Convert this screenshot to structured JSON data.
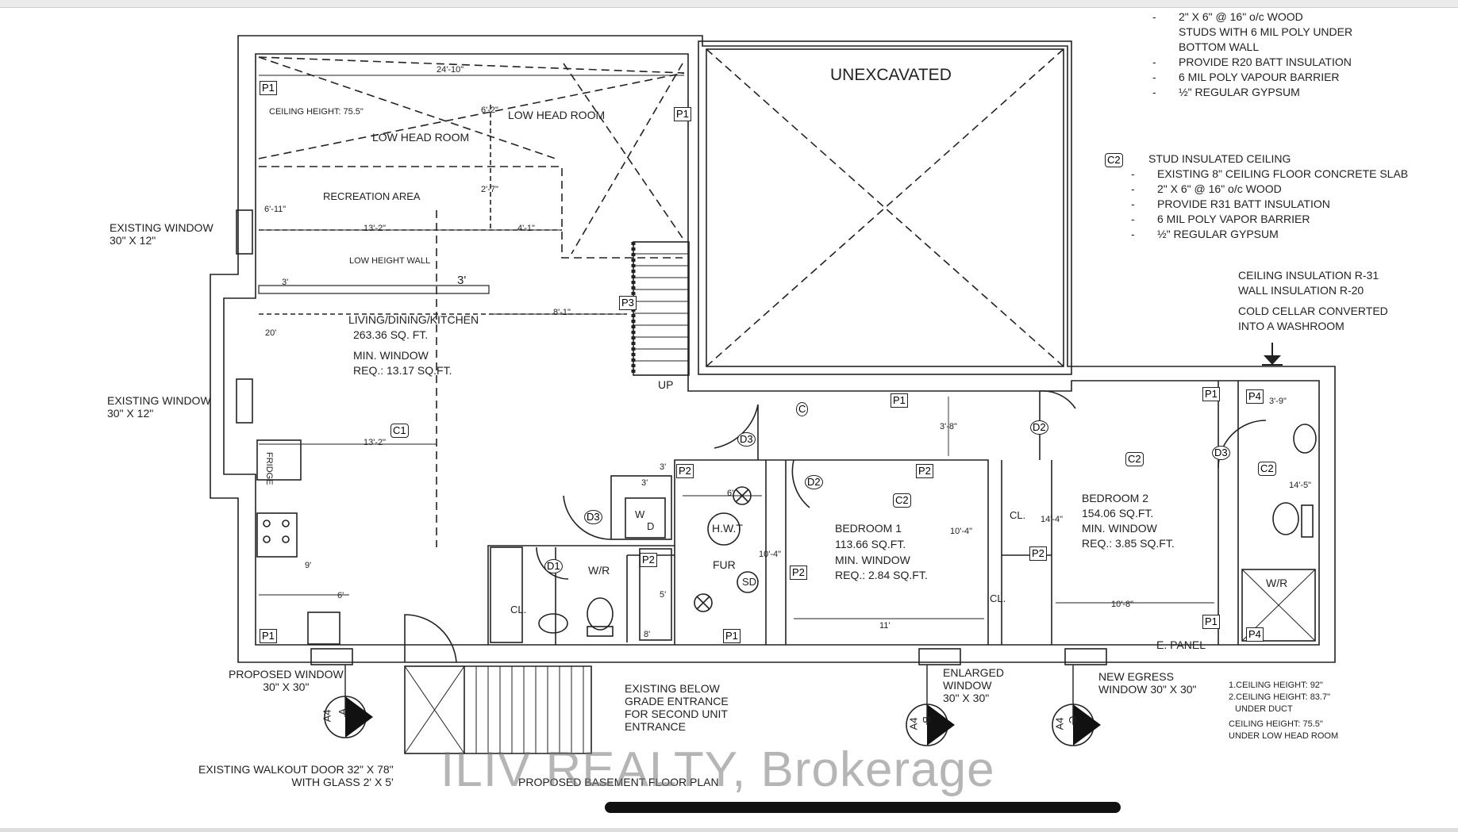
{
  "title": "PROPOSED BASEMENT FLOOR PLAN",
  "watermark": "ILIV REALTY, Brokerage",
  "notes_wall": [
    "2\" X 6\" @ 16\" o/c WOOD",
    "STUDS WITH 6 MIL POLY UNDER",
    "BOTTOM WALL",
    "PROVIDE R20 BATT INSULATION",
    "6 MIL POLY VAPOUR BARRIER",
    "½\" REGULAR GYPSUM"
  ],
  "notes_ceiling_heading": "STUD INSULATED CEILING",
  "notes_ceiling_tag": "C2",
  "notes_ceiling": [
    "EXISTING 8\" CEILING FLOOR CONCRETE SLAB",
    "2\" X 6\" @ 16\" o/c WOOD",
    "PROVIDE R31 BATT INSULATION",
    "6 MIL POLY VAPOR BARRIER",
    "½\" REGULAR GYPSUM"
  ],
  "insulation_notes": [
    "CEILING INSULATION R-31",
    "WALL INSULATION R-20"
  ],
  "cold_cellar_note": [
    "COLD CELLAR CONVERTED",
    "INTO A WASHROOM"
  ],
  "ceiling_height_notes": [
    "1.CEILING HEIGHT: 92\"",
    "2.CEILING HEIGHT: 83.7\"",
    "UNDER DUCT",
    "CEILING HEIGHT: 75.5\"",
    "UNDER LOW HEAD ROOM"
  ],
  "rooms": {
    "unexcavated": "UNEXCAVATED",
    "low_head_room_1": "LOW HEAD ROOM",
    "low_head_room_2": "LOW HEAD ROOM",
    "ceiling_height": "CEILING HEIGHT: 75.5\"",
    "recreation": "RECREATION AREA",
    "low_height_wall": "LOW HEIGHT WALL",
    "living_name": "LIVING/DINING/KITCHEN",
    "living_area": "263.36 SQ. FT.",
    "living_window": "MIN. WINDOW",
    "living_window_req": "REQ.: 13.17 SQ.FT.",
    "bedroom1_name": "BEDROOM 1",
    "bedroom1_area": "113.66 SQ.FT.",
    "bedroom1_window": "MIN. WINDOW",
    "bedroom1_req": "REQ.: 2.84 SQ.FT.",
    "bedroom2_name": "BEDROOM 2",
    "bedroom2_area": "154.06 SQ.FT.",
    "bedroom2_window": "MIN. WINDOW",
    "bedroom2_req": "REQ.: 3.85 SQ.FT.",
    "wr1": "W/R",
    "wr2": "W/R",
    "hwt": "H.W.T",
    "fur": "FUR",
    "sd": "SD",
    "fridge": "FRIDGE",
    "cl1": "CL.",
    "cl2": "CL.",
    "cl3": "CL.",
    "e_panel": "E. PANEL",
    "up": "UP",
    "w": "W",
    "d": "D"
  },
  "dimensions": {
    "d1": "24'-10\"",
    "d2": "6'-2\"",
    "d3": "2'-7\"",
    "d4": "6'-11\"",
    "d5": "13'-2\"",
    "d6": "4'-1\"",
    "d7": "3'",
    "d8": "3'",
    "d9": "8'-1\"",
    "d10": "20'",
    "d11": "13'-2\"",
    "d12": "9'",
    "d13": "6'",
    "d14": "3'",
    "d15": "3'",
    "d16": "6'",
    "d17": "5'",
    "d18": "8'",
    "d19": "10'-4\"",
    "d20": "3'-8\"",
    "d21": "10'-4\"",
    "d22": "11'",
    "d23": "14'-4\"",
    "d24": "10'-8\"",
    "d25": "3'-9\"",
    "d26": "14'-5\""
  },
  "windows": {
    "existing1": [
      "EXISTING  WINDOW",
      "30\" X 12\""
    ],
    "existing2": [
      "EXISTING  WINDOW",
      "30\" X 12\""
    ],
    "proposed": [
      "PROPOSED WINDOW",
      "30\" X 30\""
    ],
    "enlarged": [
      "ENLARGED",
      "WINDOW",
      "30\" X 30\""
    ],
    "egress": [
      "NEW EGRESS",
      "WINDOW 30\" X 30\""
    ]
  },
  "entrance_note": [
    "EXISTING BELOW",
    "GRADE ENTRANCE",
    "FOR SECOND UNIT",
    "ENTRANCE"
  ],
  "walkout_note": [
    "EXISTING WALKOUT DOOR 32\" X 78\"",
    "WITH GLASS 2' X 5'"
  ],
  "section_markers": [
    {
      "letter": "A",
      "sheet": "A4"
    },
    {
      "letter": "B",
      "sheet": "A4"
    },
    {
      "letter": "C",
      "sheet": "A4"
    }
  ],
  "tags": {
    "p1": "P1",
    "p2": "P2",
    "p3": "P3",
    "p4": "P4",
    "d1": "D1",
    "d2": "D2",
    "d3": "D3",
    "c1": "C1",
    "c2": "C2",
    "c": "C"
  }
}
